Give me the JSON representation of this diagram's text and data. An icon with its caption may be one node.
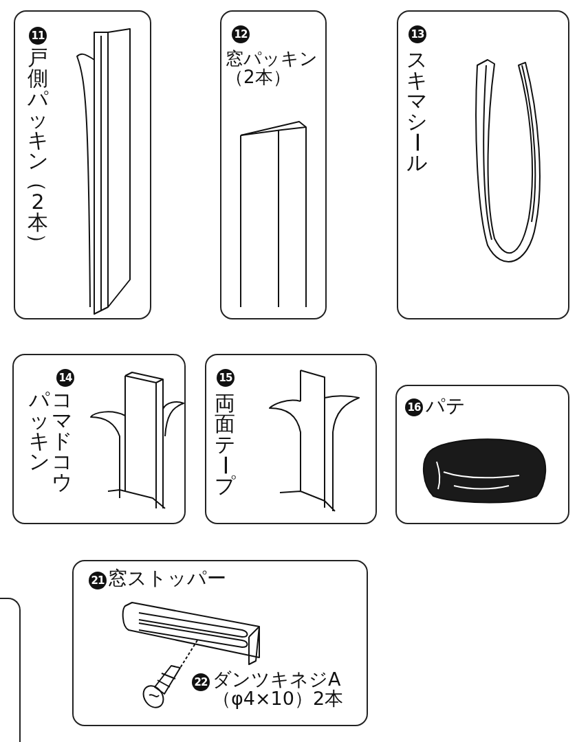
{
  "diagram": {
    "nodes": [
      {
        "text": [
          "11",
          "戸側パッキン（2本）"
        ]
      },
      {
        "text": [
          "12",
          "窓パッキン（2本）"
        ]
      },
      {
        "text": [
          "13",
          "スキマシール"
        ]
      },
      {
        "text": [
          "14",
          "パッキン",
          "コマドコウ"
        ]
      },
      {
        "text": [
          "15",
          "両面テープ"
        ]
      },
      {
        "text": [
          "16",
          "パテ"
        ]
      },
      {
        "text": [],
        "shape": "box"
      },
      {
        "text": [
          "21",
          "窓ストッパー",
          "22",
          "ダンツキネジA （φ4×10）2本"
        ]
      }
    ]
  }
}
